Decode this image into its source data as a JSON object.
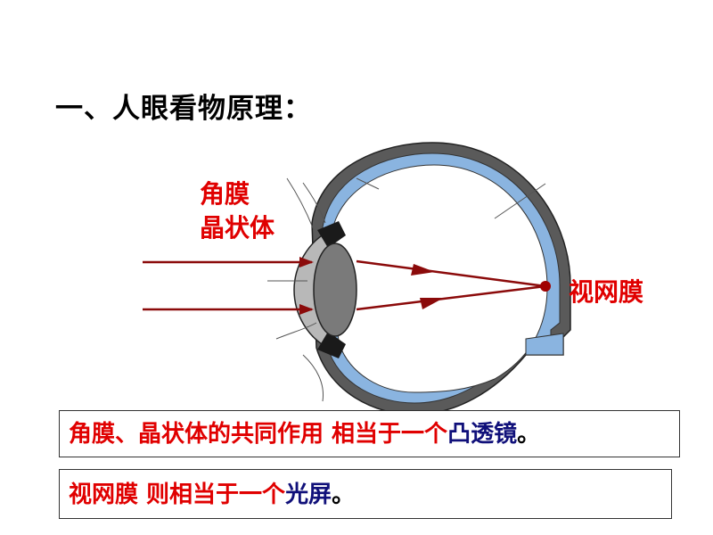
{
  "title": "一、人眼看物原理：",
  "labels": {
    "cornea": "角膜",
    "lens": "晶状体",
    "retina": "视网膜"
  },
  "statement1": {
    "prefix": "角膜、晶状体的共同作用 相当于一个",
    "highlight": "凸透镜",
    "suffix": "。"
  },
  "statement2": {
    "prefix": "视网膜 则相当于一个",
    "highlight": "光屏",
    "suffix": "。"
  },
  "colors": {
    "label_red": "#e00000",
    "highlight_blue": "#10107a",
    "ray_darkred": "#8b0a0a",
    "eye_wall": "#5a5a5a",
    "choroid_blue": "#8ab4e0",
    "lens_gray": "#7a7a7a"
  }
}
